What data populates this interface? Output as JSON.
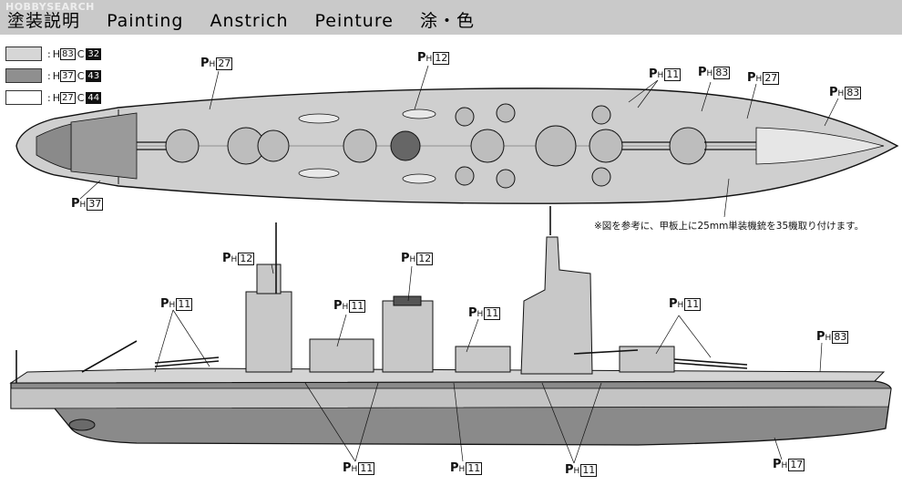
{
  "header": {
    "watermark": "HOBBYSEARCH",
    "titles": [
      "塗装説明",
      "Painting",
      "Anstrich",
      "Peinture",
      "涂・色"
    ]
  },
  "legend": [
    {
      "color": "#d6d6d6",
      "h_label": "H",
      "h_code": "83",
      "c_label": "C",
      "c_code": "32"
    },
    {
      "color": "#8f8f8f",
      "h_label": "H",
      "h_code": "37",
      "c_label": "C",
      "c_code": "43"
    },
    {
      "color": "#ffffff",
      "h_label": "H",
      "h_code": "27",
      "c_label": "C",
      "c_code": "44"
    }
  ],
  "callouts": [
    {
      "p": "P",
      "h": "H",
      "code": "27"
    },
    {
      "p": "P",
      "h": "H",
      "code": "12"
    },
    {
      "p": "P",
      "h": "H",
      "code": "11"
    },
    {
      "p": "P",
      "h": "H",
      "code": "83"
    },
    {
      "p": "P",
      "h": "H",
      "code": "27"
    },
    {
      "p": "P",
      "h": "H",
      "code": "83"
    },
    {
      "p": "P",
      "h": "H",
      "code": "37"
    },
    {
      "p": "P",
      "h": "H",
      "code": "12"
    },
    {
      "p": "P",
      "h": "H",
      "code": "12"
    },
    {
      "p": "P",
      "h": "H",
      "code": "11"
    },
    {
      "p": "P",
      "h": "H",
      "code": "11"
    },
    {
      "p": "P",
      "h": "H",
      "code": "11"
    },
    {
      "p": "P",
      "h": "H",
      "code": "11"
    },
    {
      "p": "P",
      "h": "H",
      "code": "83"
    },
    {
      "p": "P",
      "h": "H",
      "code": "11"
    },
    {
      "p": "P",
      "h": "H",
      "code": "11"
    },
    {
      "p": "P",
      "h": "H",
      "code": "11"
    },
    {
      "p": "P",
      "h": "H",
      "code": "17"
    }
  ],
  "note": "※図を参考に、甲板上に25mm単装機銃を35機取り付けます。"
}
